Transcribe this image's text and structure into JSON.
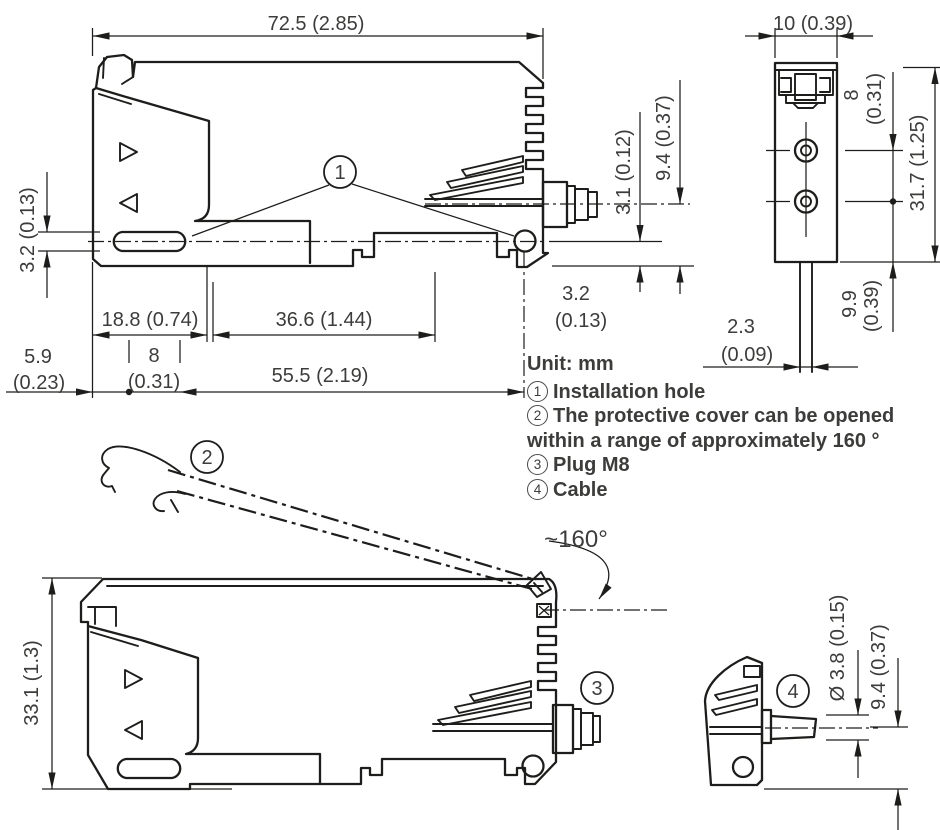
{
  "dims": {
    "width_top": "72.5 (2.85)",
    "slot_height": "3.2 (0.13)",
    "hole_offset": "3.1 (0.12)",
    "plug_center_height": "9.4 (0.37)",
    "hole_bottom_val": "3.2",
    "hole_bottom_in": "(0.13)",
    "slot_start": "18.8 (0.74)",
    "rail_width": "36.6 (1.44)",
    "d59_val": "5.9",
    "d59_in": "(0.23)",
    "d8_val": "8",
    "d8_in": "(0.31)",
    "d555": "55.5 (2.19)",
    "front_width": "10 (0.39)",
    "front_gap_val": "8",
    "front_gap_in": "(0.31)",
    "front_height": "31.7 (1.25)",
    "d99_val": "9.9",
    "d99_in": "(0.39)",
    "d23_val": "2.3",
    "d23_in": "(0.09)",
    "open_height": "33.1 (1.3)",
    "open_angle": "~160°",
    "cable_dia": "Ø 3.8 (0.15)",
    "cable_center_height": "9.4 (0.37)"
  },
  "callouts": {
    "c1": "1",
    "c2": "2",
    "c3": "3",
    "c4": "4"
  },
  "notes": {
    "unit": "Unit: mm",
    "items": [
      {
        "num": "1",
        "text": "Installation hole"
      },
      {
        "num": "2",
        "text": "The protective cover can be opened within a range of approximately 160 °"
      },
      {
        "num": "3",
        "text": "Plug M8"
      },
      {
        "num": "4",
        "text": "Cable"
      }
    ]
  }
}
